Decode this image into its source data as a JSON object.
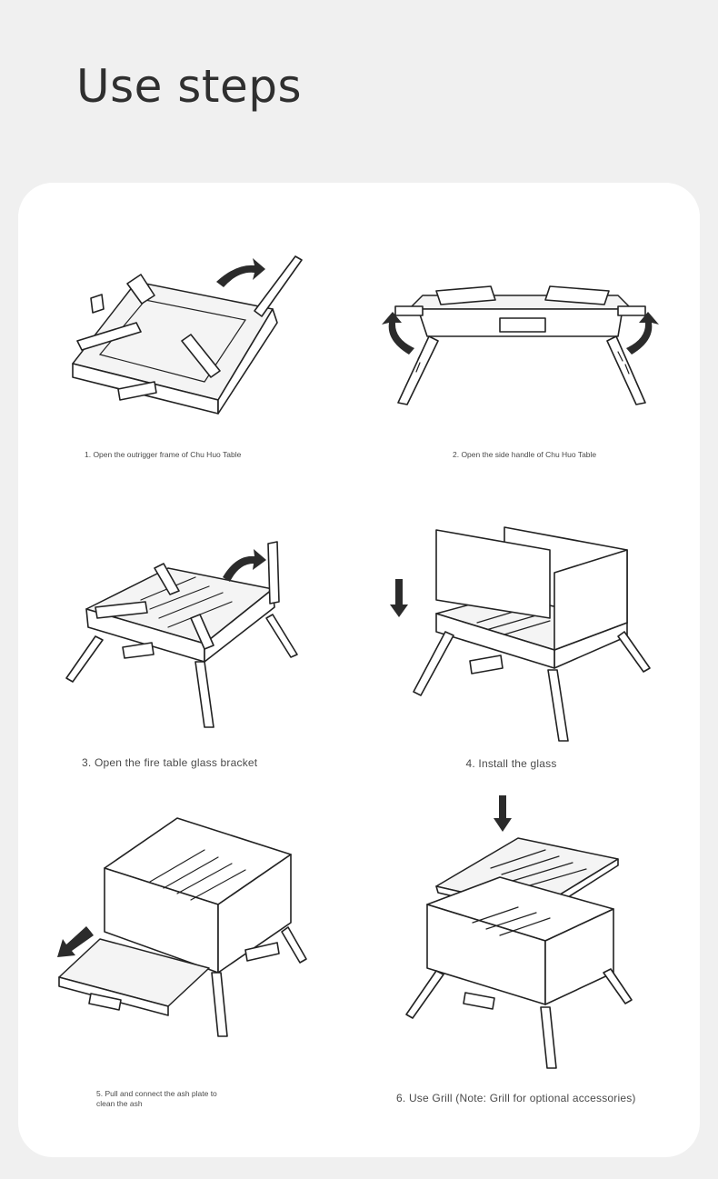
{
  "title": "Use steps",
  "steps": [
    {
      "caption": "1. Open the outrigger frame of Chu Huo Table",
      "arrow_icon": "curved-arrow-up-right"
    },
    {
      "caption": "2. Open the side handle of Chu Huo Table",
      "arrow_icon": "curved-arrows-outward"
    },
    {
      "caption": "3. Open the fire table glass bracket",
      "arrow_icon": "curved-arrow-up-right"
    },
    {
      "caption": "4. Install the glass",
      "arrow_icon": "arrow-down"
    },
    {
      "caption_line1": "5. Pull and connect the ash plate to",
      "caption_line2": "clean the ash",
      "arrow_icon": "arrow-down-left"
    },
    {
      "caption": "6. Use Grill (Note: Grill for optional accessories)",
      "arrow_icon": "arrow-down"
    }
  ],
  "colors": {
    "background": "#f0f0f0",
    "card": "#ffffff",
    "line": "#222222"
  }
}
